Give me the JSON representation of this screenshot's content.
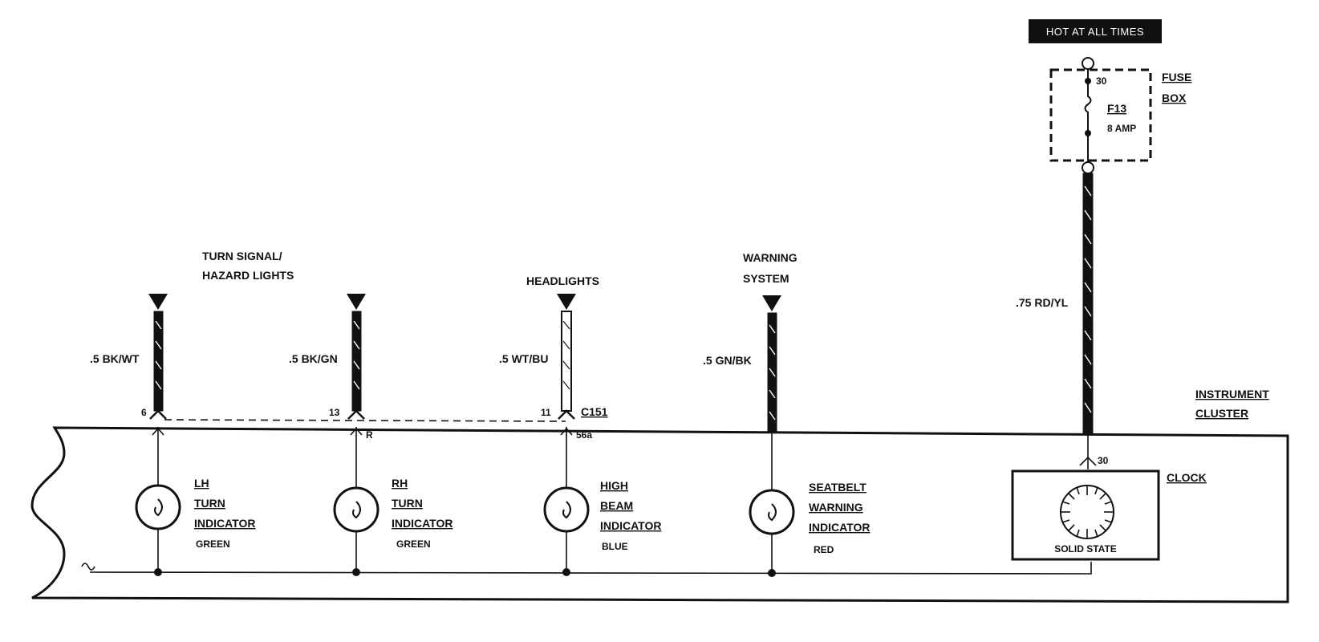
{
  "power": {
    "hot_label": "HOT AT ALL TIMES",
    "fuse_box_label_1": "FUSE",
    "fuse_box_label_2": "BOX",
    "fuse_terminal": "30",
    "fuse_name": "F13",
    "fuse_rating": "8 AMP",
    "wire_label": ".75 RD/YL"
  },
  "sources": [
    {
      "line1": "TURN SIGNAL/",
      "line2": "HAZARD LIGHTS"
    },
    {
      "line1": "HEADLIGHTS",
      "line2": ""
    },
    {
      "line1": "WARNING",
      "line2": "SYSTEM"
    }
  ],
  "wires": [
    {
      "label": ".5 BK/WT",
      "pin": "6"
    },
    {
      "label": ".5 BK/GN",
      "pin": "13",
      "terminal": "R"
    },
    {
      "label": ".5 WT/BU",
      "pin": "11",
      "terminal": "56a",
      "connector": "C151"
    },
    {
      "label": ".5 GN/BK"
    }
  ],
  "cluster": {
    "label_1": "INSTRUMENT",
    "label_2": "CLUSTER",
    "clock_label": "CLOCK",
    "clock_terminal": "30",
    "clock_type": "SOLID STATE"
  },
  "indicators": [
    {
      "l1": "LH",
      "l2": "TURN",
      "l3": "INDICATOR",
      "color": "GREEN"
    },
    {
      "l1": "RH",
      "l2": "TURN",
      "l3": "INDICATOR",
      "color": "GREEN"
    },
    {
      "l1": "HIGH",
      "l2": "BEAM",
      "l3": "INDICATOR",
      "color": "BLUE"
    },
    {
      "l1": "SEATBELT",
      "l2": "WARNING",
      "l3": "INDICATOR",
      "color": "RED"
    }
  ]
}
